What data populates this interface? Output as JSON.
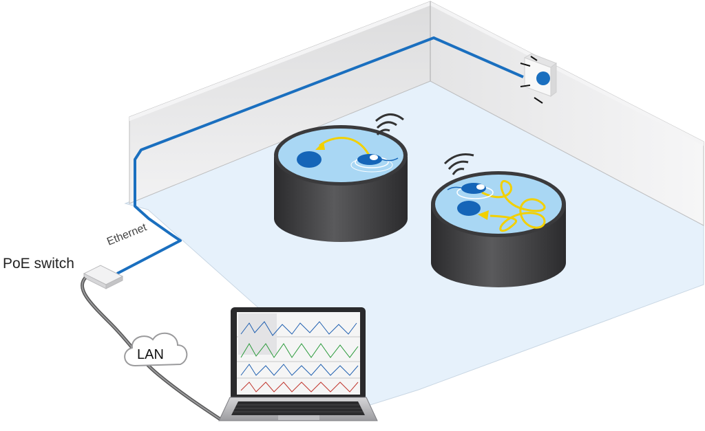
{
  "labels": {
    "poe_switch": "PoE switch",
    "ethernet": "Ethernet",
    "lan": "LAN"
  },
  "colors": {
    "cable_blue": "#1a6fbf",
    "wall": "#e9e9ea",
    "floor": "#e6f1fb",
    "water": "#a9d7f4",
    "tank": "#3e3e40",
    "platform": "#1565b8",
    "trajectory": "#f2d000"
  },
  "icons": {
    "camera": "ceiling-camera-icon",
    "switch": "poe-switch-icon",
    "cloud": "lan-cloud-icon",
    "laptop": "laptop-icon",
    "wifi": "wifi-signal-icon",
    "mouse": "mouse-icon"
  }
}
